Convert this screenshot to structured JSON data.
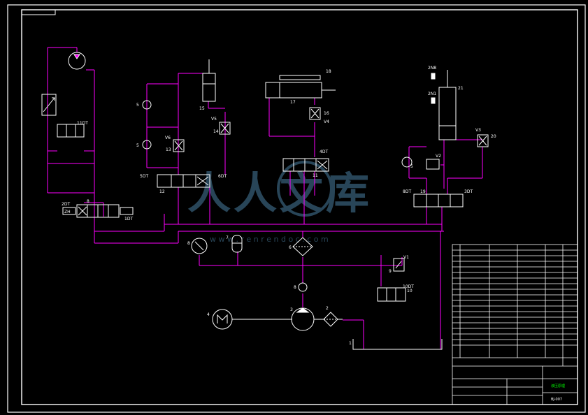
{
  "labels": {
    "tank": "1",
    "filter_2": "2",
    "pump_3": "3",
    "motor_4": "4",
    "check_5a": "5",
    "check_5b": "5",
    "check_5c": "5",
    "filter_6": "6",
    "acc_7": "7",
    "gauge_8": "8",
    "relief_9": "9",
    "valve_8": "8",
    "valve_10": "10",
    "valve_12": "12",
    "valve_11": "11",
    "valve_19": "19",
    "n13": "13",
    "n14": "14",
    "n15": "15",
    "n16": "16",
    "n17": "17",
    "n18": "18",
    "n20": "20",
    "n21": "21",
    "check_8": "8",
    "v1": "V1",
    "v2": "V2",
    "v3": "V3",
    "v4": "V4",
    "v5": "V5",
    "v6": "V6",
    "sol_1dt": "1DT",
    "sol_2dt": "2DT",
    "sol_3dt": "3DT",
    "sol_4dt": "4DT",
    "sol_5dt": "5DT",
    "sol_6dt": "6DT",
    "sol_8dt": "8DT",
    "sol_10dt": "10DT",
    "sol_11dt": "11DT",
    "sw_2n8": "2N8",
    "sw_2n1": "2N1",
    "zh": "ZH"
  },
  "watermark": {
    "brand": "人人文库",
    "url": "w w w . r e n r e n d o c . c o m"
  },
  "colors": {
    "background": "#000000",
    "line": "#ffffff",
    "pipe": "#ff00ff",
    "label": "#ffffff",
    "title_text": "#00ff00",
    "watermark": "#4a7fa0"
  },
  "title_block": {
    "title_label": "液压原理",
    "drawing_no": "BJ-007"
  }
}
